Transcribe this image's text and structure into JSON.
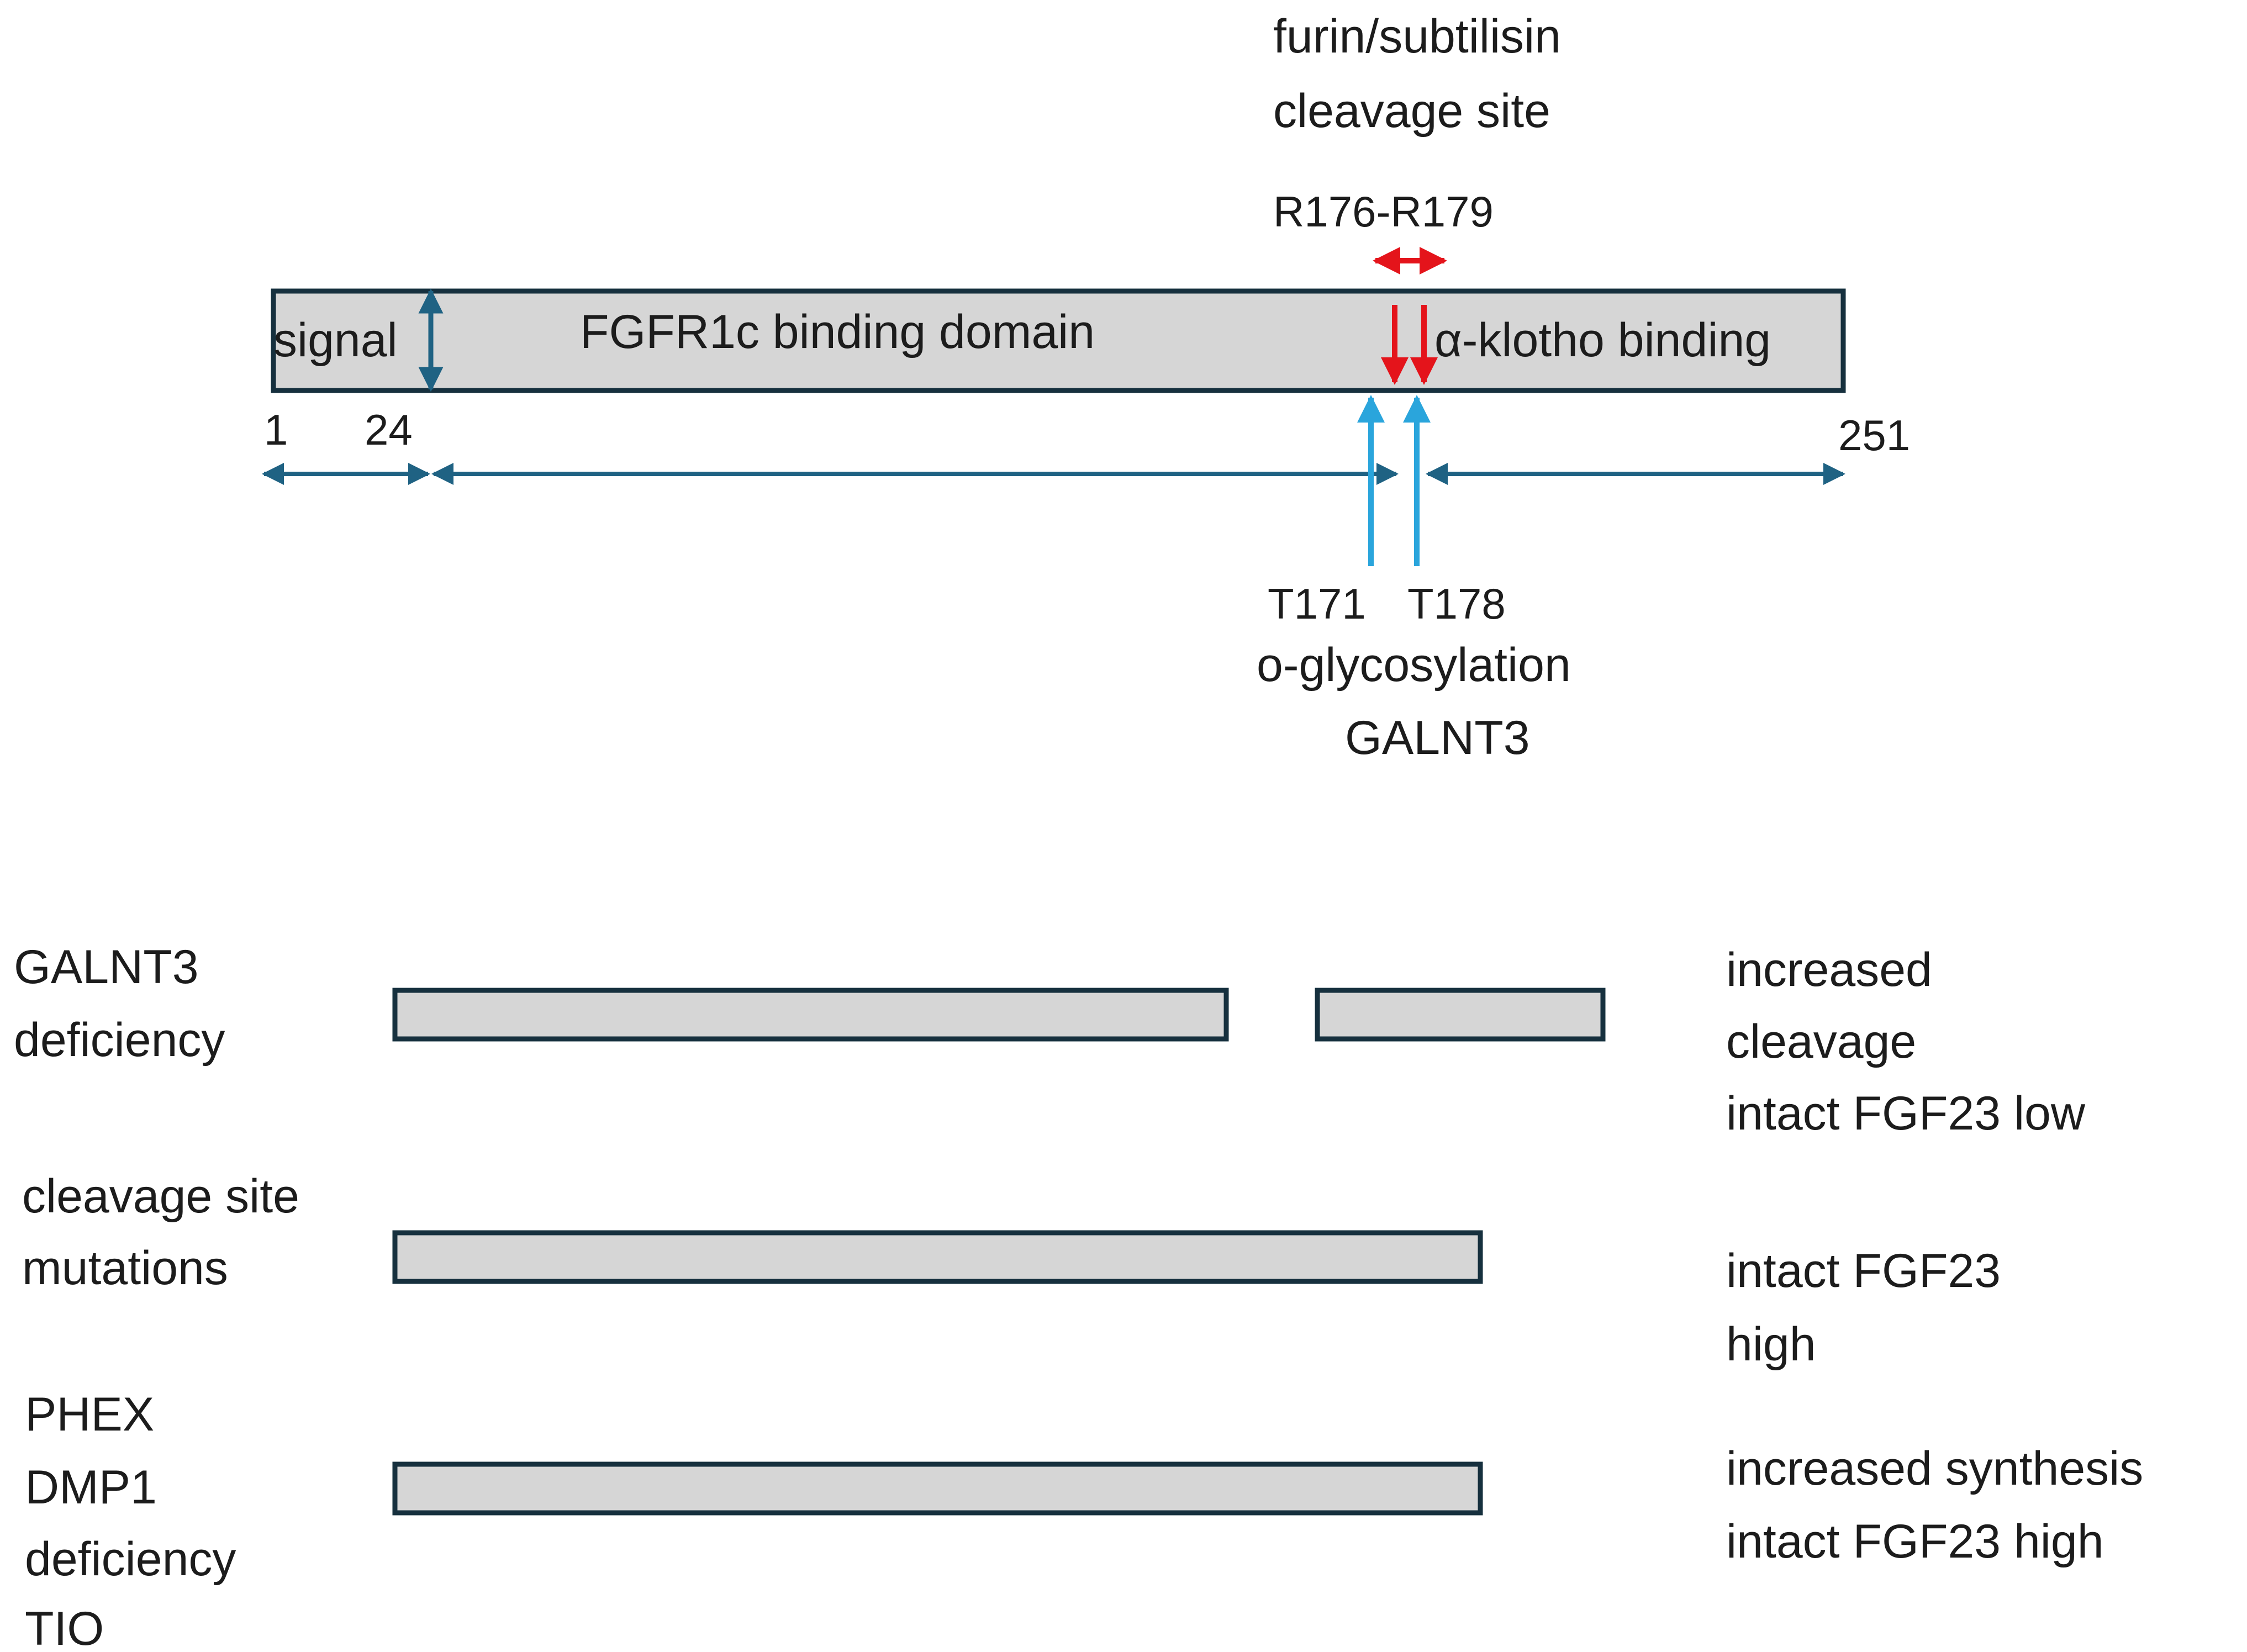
{
  "protein": {
    "cleavage_site_title": [
      "furin/subtilisin",
      "cleavage site"
    ],
    "cleavage_residues": "R176-R179",
    "domains": {
      "signal": "signal",
      "fgfr_binding": "FGFR1c binding domain",
      "klotho_binding": "α-klotho binding"
    },
    "positions": {
      "start": "1",
      "signal_end": "24",
      "end": "251"
    },
    "glycosylation": {
      "sites": [
        "T171",
        "T178"
      ],
      "label": "o-glycosylation",
      "enzyme": "GALNT3"
    }
  },
  "conditions": [
    {
      "name_lines": [
        "GALNT3",
        "deficiency"
      ],
      "outcome_lines": [
        "increased",
        "cleavage",
        "intact FGF23 low"
      ],
      "fragments": 2
    },
    {
      "name_lines": [
        "cleavage site",
        "mutations"
      ],
      "outcome_lines": [
        "intact FGF23",
        "high"
      ],
      "fragments": 1
    },
    {
      "name_lines": [
        "PHEX",
        "DMP1",
        "deficiency",
        "TIO"
      ],
      "outcome_lines": [
        "increased synthesis",
        "intact FGF23 high"
      ],
      "fragments": 1
    }
  ],
  "colors": {
    "bar_fill": "#d6d6d6",
    "bar_stroke": "#16303e",
    "domain_arrow": "#1f6283",
    "cleavage_arrow": "#e4141b",
    "glycosylation_arrow": "#2aa5dc"
  }
}
